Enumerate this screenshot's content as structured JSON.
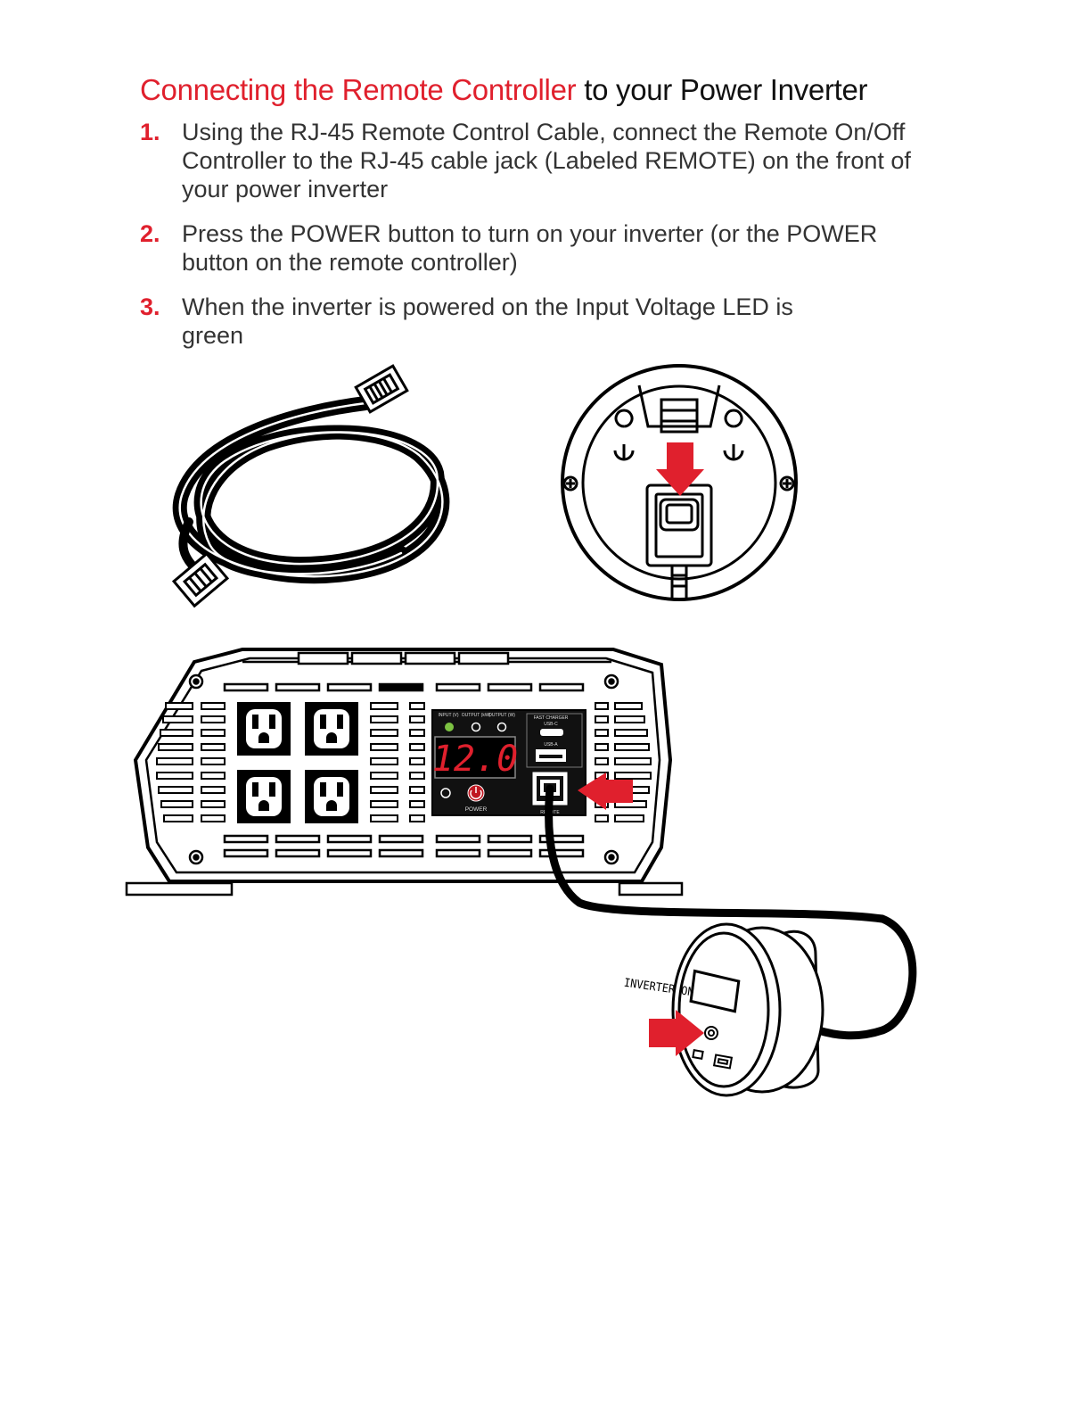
{
  "title": {
    "highlight": "Connecting the Remote Controller",
    "rest": " to your Power Inverter"
  },
  "steps": [
    {
      "number": "1.",
      "text": "Using the RJ-45 Remote Control Cable, connect the Remote On/Off Controller to the RJ-45 cable jack (Labeled REMOTE) on the front of your power inverter"
    },
    {
      "number": "2.",
      "text": "Press the POWER button to turn on your inverter (or the POWER button on the remote controller)"
    },
    {
      "number": "3.",
      "text": "When the inverter is powered on the Input Voltage LED is green"
    }
  ],
  "panel": {
    "display_value": "12.0",
    "led_labels": [
      "INPUT (V)",
      "OUTPUT (kW)",
      "OUTPUT (W)"
    ],
    "power_label": "POWER",
    "fast_charger_label": "FAST CHARGER",
    "usb_c_label": "USB-C",
    "usb_a_label": "USB-A",
    "remote_label": "REMOTE"
  },
  "remote": {
    "screen_text": "INVERTER ON"
  },
  "colors": {
    "accent": "#e0202d",
    "led_green": "#7cc242",
    "display_red": "#e0202d"
  },
  "icons": {
    "cable": "rj45-cable-coil-icon",
    "wall_plate": "remote-wall-plate-icon",
    "inverter": "power-inverter-icon",
    "remote": "remote-controller-icon",
    "arrow": "red-arrow-icon"
  }
}
